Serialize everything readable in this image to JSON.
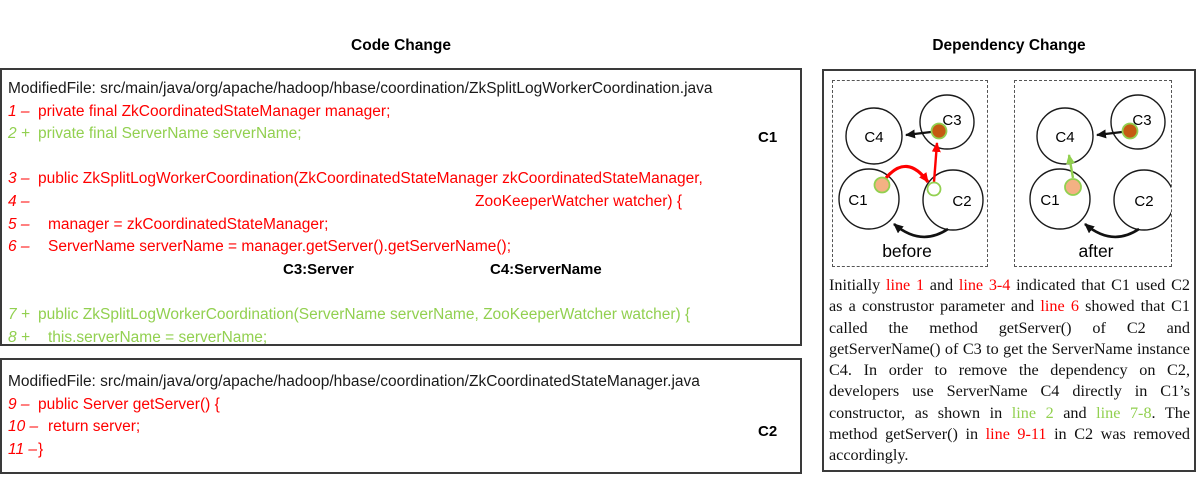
{
  "headers": {
    "code_change": "Code Change",
    "dependency_change": "Dependency Change"
  },
  "colors": {
    "removed_red": "#ff0000",
    "added_green": "#92d050",
    "dot_brown": "#c55a11",
    "dot_tan": "#f4b183",
    "dot_ring_green": "#92d050",
    "box_border": "#3a3a3a"
  },
  "code_change": {
    "box1": {
      "file_label": "ModifiedFile: src/main/java/org/apache/hadoop/hbase/coordination/ZkSplitLogWorkerCoordination.java",
      "class_label": "C1",
      "inline_labels": {
        "c3": "C3:Server",
        "c4": "C4:ServerName"
      },
      "lines": [
        {
          "row": 1,
          "num": "1",
          "sign": "–",
          "type": "removed",
          "text": "private final ZkCoordinatedStateManager manager;"
        },
        {
          "row": 2,
          "num": "2",
          "sign": "+",
          "type": "added",
          "text": "private final ServerName serverName;"
        },
        {
          "row": 4,
          "num": "3",
          "sign": "–",
          "type": "removed",
          "text": "public ZkSplitLogWorkerCoordination(ZkCoordinatedStateManager zkCoordinatedStateManager,"
        },
        {
          "row": 5,
          "num": "4",
          "sign": "–",
          "type": "removed",
          "text": "ZooKeeperWatcher watcher) {",
          "hang": 437
        },
        {
          "row": 6,
          "num": "5",
          "sign": "–",
          "type": "removed",
          "text": "manager = zkCoordinatedStateManager;",
          "indent": 1
        },
        {
          "row": 7,
          "num": "6",
          "sign": "–",
          "type": "removed",
          "text": "ServerName serverName = manager.getServer().getServerName();",
          "indent": 1
        },
        {
          "row": 10,
          "num": "7",
          "sign": "+",
          "type": "added",
          "text": "public ZkSplitLogWorkerCoordination(ServerName serverName, ZooKeeperWatcher watcher) {"
        },
        {
          "row": 11,
          "num": "8",
          "sign": "+",
          "type": "added",
          "text": "this.serverName = serverName;",
          "indent": 1
        }
      ]
    },
    "box2": {
      "file_label": "ModifiedFile: src/main/java/org/apache/hadoop/hbase/coordination/ZkCoordinatedStateManager.java",
      "class_label": "C2",
      "lines": [
        {
          "row": 1,
          "num": "9",
          "sign": "–",
          "type": "removed",
          "text": "public Server getServer() {"
        },
        {
          "row": 2,
          "num": "10",
          "sign": "–",
          "type": "removed",
          "text": "return server;",
          "indent": 1
        },
        {
          "row": 3,
          "num": "11",
          "sign": "–",
          "type": "removed",
          "text": "}"
        }
      ]
    }
  },
  "dependency_change": {
    "panels": [
      {
        "label": "before",
        "nodes": {
          "c1": "C1",
          "c2": "C2",
          "c3": "C3",
          "c4": "C4"
        }
      },
      {
        "label": "after",
        "nodes": {
          "c1": "C1",
          "c2": "C2",
          "c3": "C3",
          "c4": "C4"
        }
      }
    ]
  },
  "description": {
    "segments": [
      {
        "t": "Initially ",
        "c": "plain"
      },
      {
        "t": "line 1",
        "c": "red"
      },
      {
        "t": " and ",
        "c": "plain"
      },
      {
        "t": "line 3-4",
        "c": "red"
      },
      {
        "t": " indicated that C1 used C2 as a construstor parameter and ",
        "c": "plain"
      },
      {
        "t": "line 6",
        "c": "red"
      },
      {
        "t": " showed that C1 called the method getServer() of C2 and getServerName() of C3 to get the ServerName instance C4. In order to remove the dependency on C2, developers use ServerName C4 directly in C1’s constructor, as shown in ",
        "c": "plain"
      },
      {
        "t": "line 2",
        "c": "green"
      },
      {
        "t": " and ",
        "c": "plain"
      },
      {
        "t": "line 7-8",
        "c": "green"
      },
      {
        "t": ". The method getServer() in ",
        "c": "plain"
      },
      {
        "t": "line 9-11",
        "c": "red"
      },
      {
        "t": " in C2 was removed accordingly.",
        "c": "plain"
      }
    ]
  }
}
